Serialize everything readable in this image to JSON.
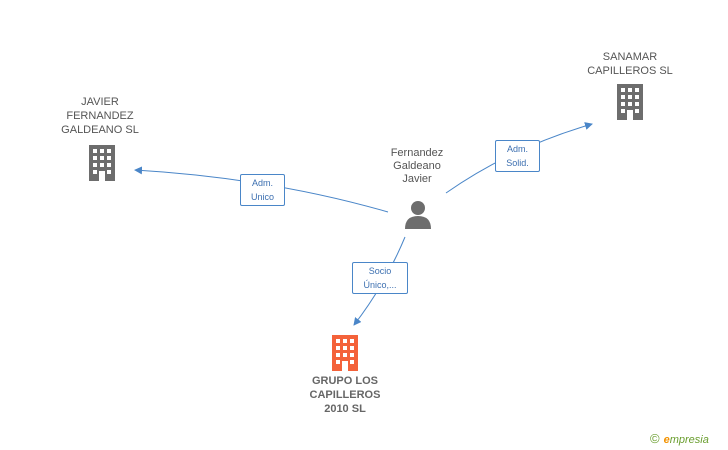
{
  "nodes": {
    "javier_fernandez_galdeano_sl": {
      "lines": [
        "JAVIER",
        "FERNANDEZ",
        "GALDEANO SL"
      ],
      "color": "#6d6d6d"
    },
    "sanamar_capilleros_sl": {
      "lines": [
        "SANAMAR",
        "CAPILLEROS  SL"
      ],
      "color": "#6d6d6d"
    },
    "fernandez_galdeano_javier": {
      "lines": [
        "Fernandez",
        "Galdeano",
        "Javier"
      ],
      "color": "#6d6d6d"
    },
    "grupo_los_capilleros": {
      "lines": [
        "GRUPO LOS",
        "CAPILLEROS",
        "2010 SL"
      ],
      "color": "#f4623a"
    }
  },
  "edges": {
    "adm_unico": {
      "lines": [
        "Adm.",
        "Unico"
      ]
    },
    "adm_solid": {
      "lines": [
        "Adm.",
        "Solid."
      ]
    },
    "socio_unico": {
      "lines": [
        "Socio",
        "Único,..."
      ]
    }
  },
  "colors": {
    "edge": "#4a86c8",
    "icon_gray": "#6d6d6d",
    "icon_orange": "#f4623a"
  },
  "footer": {
    "copyright_symbol": "©",
    "brand_first": "e",
    "brand_rest": "mpresia"
  }
}
